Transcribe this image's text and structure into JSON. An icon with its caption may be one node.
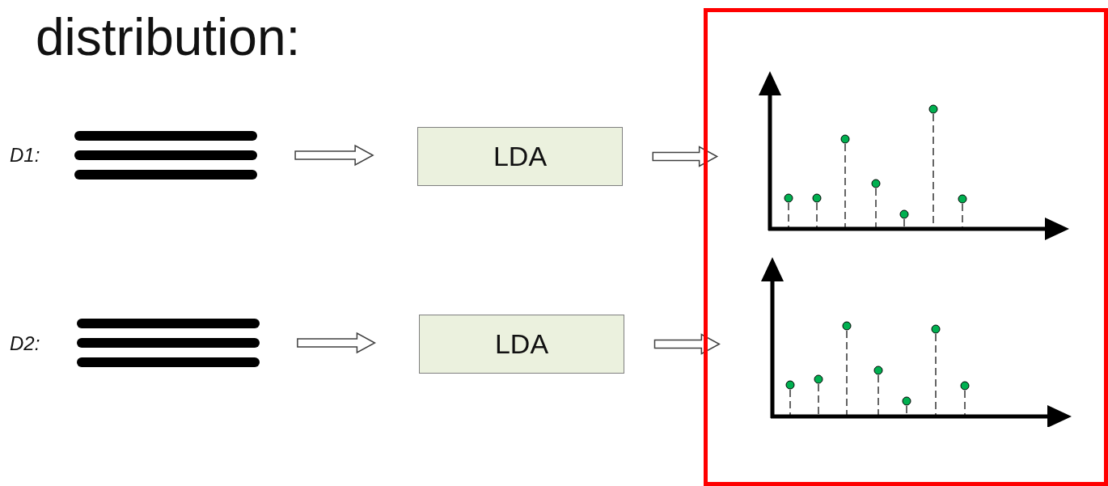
{
  "diagram": {
    "title": "distribution:",
    "nodes": [
      {
        "text": [],
        "shape": "bar",
        "beside": [
          "D1:"
        ]
      },
      {
        "text": [
          "LDA"
        ]
      },
      {
        "text": [],
        "shape": "box"
      },
      {
        "text": [],
        "shape": "picture",
        "in": 2
      },
      {
        "text": [],
        "shape": "bar",
        "beside": [
          "D2:"
        ]
      },
      {
        "text": [
          "LDA"
        ]
      },
      {
        "text": [],
        "shape": "picture",
        "in": 2
      }
    ],
    "edges": [
      {
        "from": 0,
        "to": 1,
        "arrow": "to"
      },
      {
        "from": 1,
        "to": 3,
        "arrow": "to"
      },
      {
        "from": 4,
        "to": 5,
        "arrow": "to"
      },
      {
        "from": 5,
        "to": 6,
        "arrow": "to"
      }
    ]
  }
}
